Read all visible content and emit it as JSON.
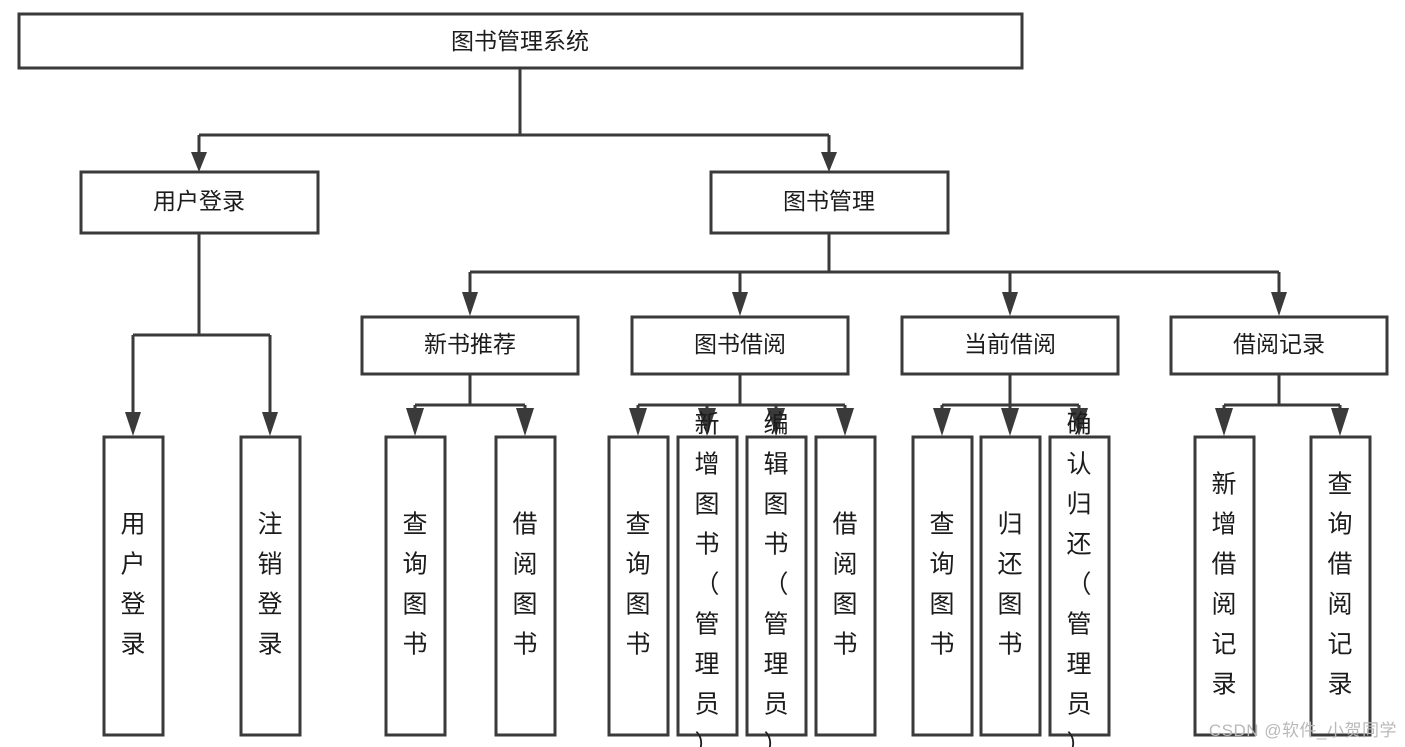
{
  "diagram": {
    "title": "图书管理系统",
    "type": "tree-hierarchy",
    "watermark": "CSDN @软件_小贺同学",
    "colors": {
      "stroke": "#3a3a3a",
      "fill": "#ffffff",
      "text": "#1c1c1c",
      "watermark": "#b9b9b9",
      "background": "#ffffff"
    },
    "root": {
      "label": "图书管理系统"
    },
    "level2": [
      {
        "id": "user-login",
        "label": "用户登录"
      },
      {
        "id": "book-manage",
        "label": "图书管理"
      }
    ],
    "level3": [
      {
        "id": "new-book-recommend",
        "label": "新书推荐",
        "parent": "book-manage"
      },
      {
        "id": "book-borrow",
        "label": "图书借阅",
        "parent": "book-manage"
      },
      {
        "id": "current-borrow",
        "label": "当前借阅",
        "parent": "book-manage"
      },
      {
        "id": "borrow-record",
        "label": "借阅记录",
        "parent": "book-manage"
      }
    ],
    "leaves": {
      "user-login": [
        {
          "id": "leaf-user-login",
          "label": "用户登录"
        },
        {
          "id": "leaf-logout",
          "label": "注销登录"
        }
      ],
      "new-book-recommend": [
        {
          "id": "leaf-query-book-1",
          "label": "查询图书"
        },
        {
          "id": "leaf-borrow-book-1",
          "label": "借阅图书"
        }
      ],
      "book-borrow": [
        {
          "id": "leaf-query-book-2",
          "label": "查询图书"
        },
        {
          "id": "leaf-add-book",
          "label": "新增图书（管理员）"
        },
        {
          "id": "leaf-edit-book",
          "label": "编辑图书（管理员）"
        },
        {
          "id": "leaf-borrow-book-2",
          "label": "借阅图书"
        }
      ],
      "current-borrow": [
        {
          "id": "leaf-query-book-3",
          "label": "查询图书"
        },
        {
          "id": "leaf-return-book",
          "label": "归还图书"
        },
        {
          "id": "leaf-confirm-return",
          "label": "确认归还（管理员）"
        }
      ],
      "borrow-record": [
        {
          "id": "leaf-add-record",
          "label": "新增借阅记录"
        },
        {
          "id": "leaf-query-record",
          "label": "查询借阅记录"
        }
      ]
    }
  }
}
